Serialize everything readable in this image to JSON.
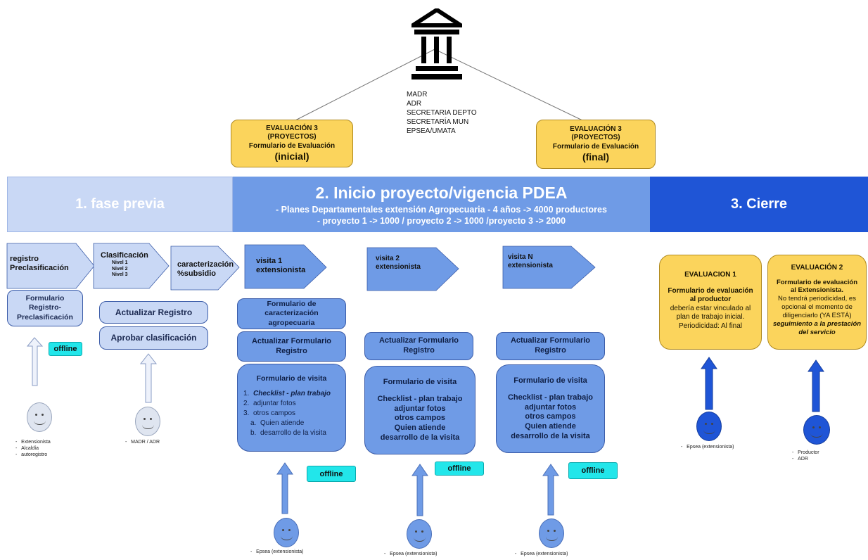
{
  "institutions": [
    "MADR",
    "ADR",
    "SECRETARIA DEPTO",
    "SECRETARÍA MUN",
    "EPSEA/UMATA"
  ],
  "eval3_initial": {
    "line1": "EVALUACIÓN 3",
    "line2": "(PROYECTOS)",
    "line3": "Formulario de Evaluación",
    "line4": "(inicial)"
  },
  "eval3_final": {
    "line1": "EVALUACIÓN 3",
    "line2": "(PROYECTOS)",
    "line3": "Formulario de Evaluación",
    "line4": "(final)"
  },
  "phases": {
    "p1": {
      "title": "1. fase previa"
    },
    "p2": {
      "title": "2. Inicio proyecto/vigencia PDEA",
      "sub1": "-  Planes Departamentales extensión Agropecuaria - 4 años -> 4000 productores",
      "sub2": "-  proyecto 1 -> 1000 / proyecto 2 -> 1000 /proyecto 3 -> 2000"
    },
    "p3": {
      "title": "3. Cierre"
    }
  },
  "steps": {
    "registro": {
      "line1": "registro",
      "line2": "Preclasificación"
    },
    "clasificacion": {
      "title": "Clasificación",
      "levels": [
        "Nivel 1",
        "Nivel 2",
        "Nivel 3"
      ]
    },
    "caracterizacion": {
      "line1": "caracterización",
      "line2": "%subsidio"
    },
    "visita1": {
      "line1": "visita 1",
      "line2": "extensionista"
    },
    "visita2": {
      "line1": "visita 2",
      "line2": "extensionista"
    },
    "visitaN": {
      "line1": "visita N",
      "line2": "extensionista"
    }
  },
  "boxes": {
    "form_registro": {
      "line1": "Formulario Registro-",
      "line2": "Preclasificación"
    },
    "actualizar_registro": "Actualizar Registro",
    "aprobar_clasificacion": "Aprobar clasificación",
    "form_caracterizacion": {
      "line1": "Formulario de caracterización",
      "line2": "agropecuaria"
    },
    "actualizar_form_1": {
      "line1": "Actualizar Formulario",
      "line2": "Registro"
    },
    "actualizar_form_2": {
      "line1": "Actualizar Formulario",
      "line2": "Registro"
    },
    "actualizar_form_3": {
      "line1": "Actualizar Formulario",
      "line2": "Registro"
    },
    "visita_form_1": {
      "title": "Formulario de visita",
      "items": [
        {
          "num": "1.",
          "text": "Checklist - plan trabajo"
        },
        {
          "num": "2.",
          "text": "adjuntar fotos"
        },
        {
          "num": "3.",
          "text": "otros campos"
        },
        {
          "num": "a.",
          "text": "Quien atiende"
        },
        {
          "num": "b.",
          "text": "desarrollo de la visita"
        }
      ]
    },
    "visita_form_2": {
      "title": "Formulario de visita",
      "items": [
        "Checklist - plan trabajo",
        "adjuntar fotos",
        "otros campos",
        "Quien atiende",
        "desarrollo de la visita"
      ]
    },
    "visita_form_3": {
      "title": "Formulario de visita",
      "items": [
        "Checklist - plan trabajo",
        "adjuntar fotos",
        "otros campos",
        "Quien atiende",
        "desarrollo de la visita"
      ]
    },
    "eval1": {
      "title": "EVALUACION 1",
      "l1": "Formulario de evaluación",
      "l2": "al productor",
      "l3": "debería estar vinculado al",
      "l4": "plan de trabajo inicial.",
      "l5": "Periodicidad: Al final"
    },
    "eval2": {
      "title": "EVALUACIÓN 2",
      "l1": "Formulario de evaluación",
      "l2": "al Extensionista.",
      "l3": "No tendrá periodicidad, es",
      "l4": "opcional el momento de",
      "l5": "diligenciarlo (YA ESTÁ)",
      "l6": "seguimiento a la prestación",
      "l7": "del servicio"
    }
  },
  "offline_label": "offline",
  "roles": {
    "r1": [
      "Extensionista",
      "Alcaldía",
      "autoregistro"
    ],
    "r2": [
      "MADR / ADR"
    ],
    "r3": [
      "Epsea (extensionista)"
    ],
    "r4": [
      "Epsea (extensionista)"
    ],
    "r5": [
      "Epsea (extensionista)"
    ],
    "r6": [
      "Epsea (extensionista)"
    ],
    "r7": [
      "Productor",
      "ADR"
    ]
  },
  "colors": {
    "phase1": "#c9d8f5",
    "phase2": "#6f9be6",
    "phase3": "#1f55d6",
    "yellow": "#fbd45c",
    "offline": "#22e6ea"
  }
}
